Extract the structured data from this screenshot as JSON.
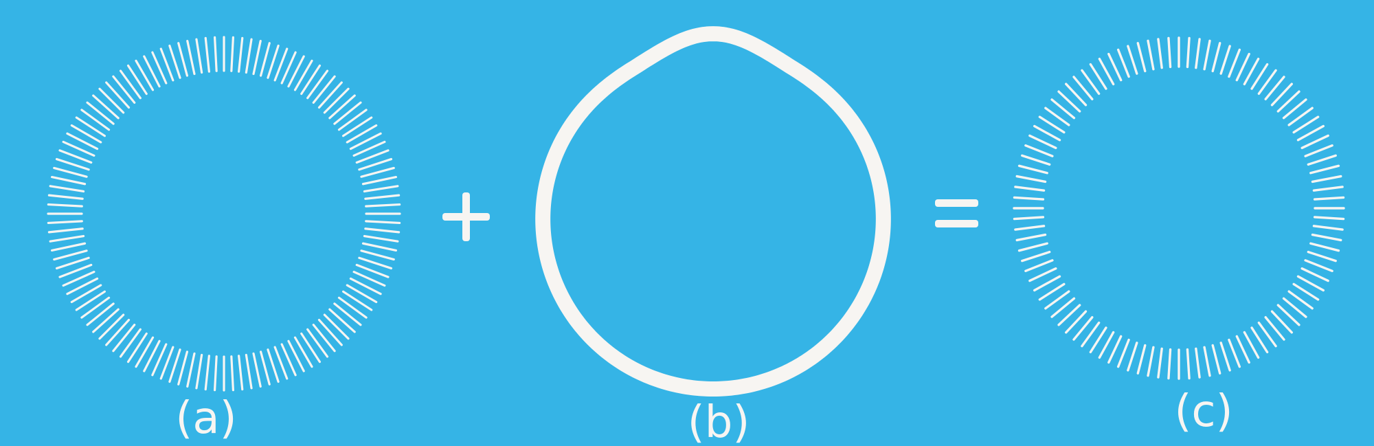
{
  "background": "#35b4e6",
  "foreground": "#f7f5f2",
  "operators": {
    "plus": "+",
    "equals": "="
  },
  "panels": [
    {
      "id": "a",
      "label": "(a)",
      "kind": "tick-ring",
      "tick_count": 120
    },
    {
      "id": "b",
      "label": "(b)",
      "kind": "distorted-ring"
    },
    {
      "id": "c",
      "label": "(c)",
      "kind": "tick-ring",
      "tick_count": 100
    }
  ]
}
